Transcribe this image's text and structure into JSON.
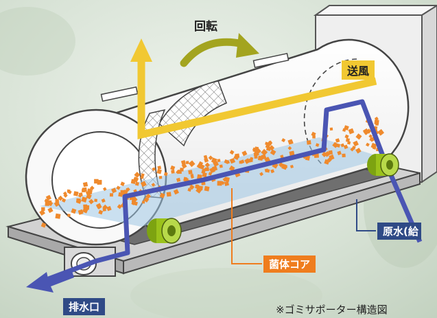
{
  "labels": {
    "rotation": "回転",
    "air": "送風",
    "raw_water": "原水(給",
    "core": "菌体コア",
    "drain": "排水口",
    "caption": "※ゴミサポーター構造図"
  },
  "colors": {
    "air_arrow": "#f1c832",
    "rotation_arrow": "#a3a41f",
    "water_pipe": "#4a55b3",
    "core_particles": "#ef8a2d",
    "core_label_bg": "#ef7d1e",
    "raw_water_label_bg": "#2f4a86",
    "drain_label_bg": "#2f4a86",
    "roller": "#9bc21b"
  },
  "icons": [
    "rotation-arrow-icon",
    "air-flow-arrow-icon",
    "drain-arrow-icon"
  ]
}
